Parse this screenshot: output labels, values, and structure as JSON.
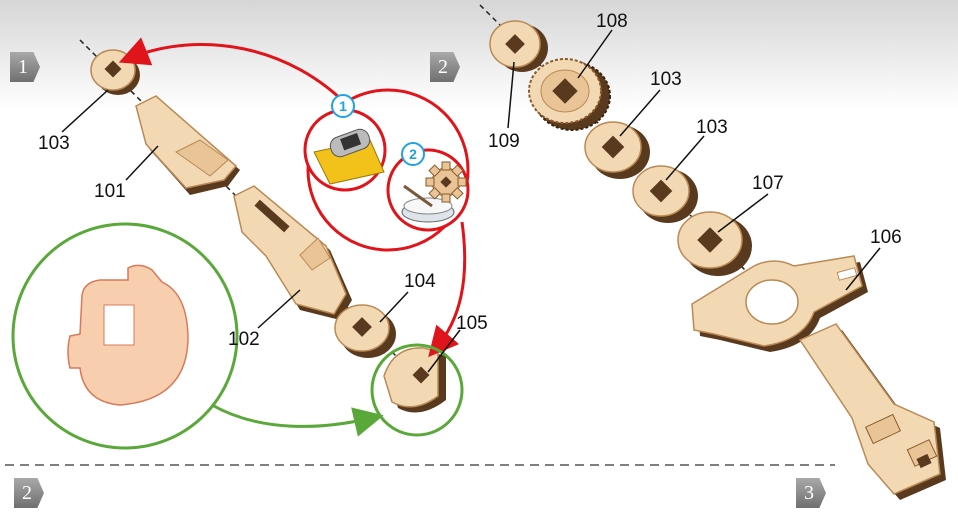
{
  "steps": {
    "step1": "1",
    "step2_top": "2",
    "step2_bottom": "2",
    "step3": "3"
  },
  "badges": {
    "tape": "1",
    "wax": "2"
  },
  "parts": {
    "p103_left": "103",
    "p101": "101",
    "p102": "102",
    "p104": "104",
    "p105": "105",
    "p109": "109",
    "p108": "108",
    "p103_a": "103",
    "p103_b": "103",
    "p107": "107",
    "p106": "106"
  },
  "colors": {
    "wood_light": "#f2d9b3",
    "wood_edge": "#b98a55",
    "wood_dark": "#5a3a1e",
    "red_arrow": "#e0141b",
    "green_arrow": "#5aa83a",
    "badge_blue": "#1fa3e0",
    "tape_yellow": "#f2c21b",
    "detail_fill": "#f7cfae"
  }
}
